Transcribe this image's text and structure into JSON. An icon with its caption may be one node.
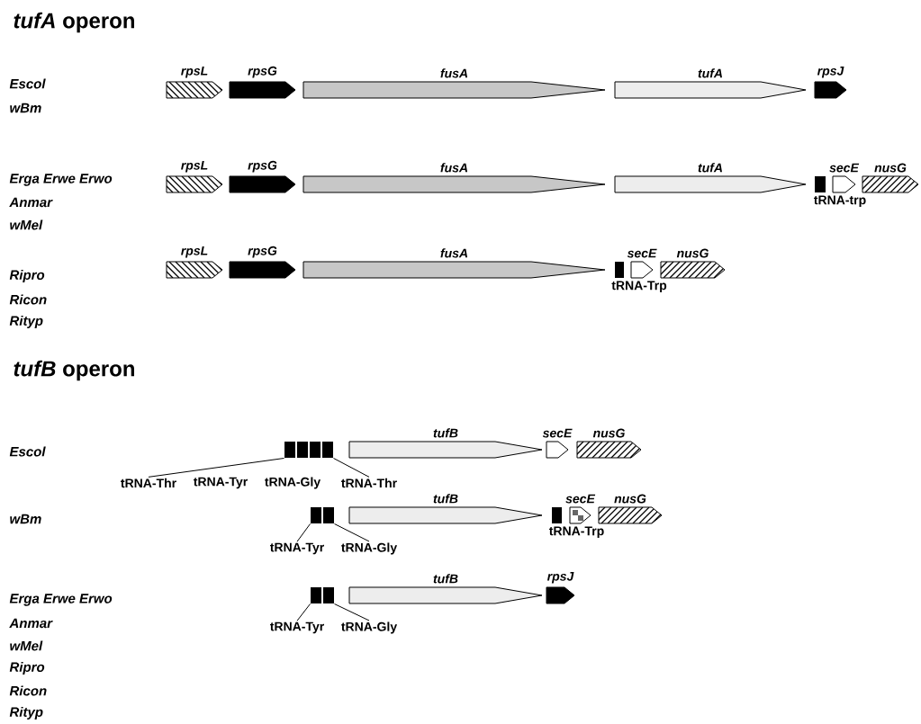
{
  "diagram": {
    "nodes": [
      {
        "text": [
          "rpsL"
        ]
      },
      {
        "text": [
          "rpsG"
        ]
      },
      {
        "text": [
          "fusA"
        ]
      },
      {
        "text": [
          "tufA"
        ]
      },
      {
        "text": [
          "rpsJ"
        ]
      },
      {
        "text": [
          "rpsL"
        ]
      },
      {
        "text": [
          "rpsG"
        ]
      },
      {
        "text": [
          "fusA"
        ]
      },
      {
        "text": [
          "tufA"
        ]
      },
      {
        "text": [
          "tRNA-trp"
        ]
      },
      {
        "text": [
          "secE"
        ]
      },
      {
        "text": [
          "nusG"
        ]
      },
      {
        "text": [
          "rpsL"
        ]
      },
      {
        "text": [
          "rpsG"
        ]
      },
      {
        "text": [
          "fusA"
        ]
      },
      {
        "text": [
          "tRNA-Trp"
        ]
      },
      {
        "text": [
          "secE"
        ]
      },
      {
        "text": [
          "nusG"
        ]
      },
      {
        "text": [],
        "shape": "box"
      },
      {
        "text": [],
        "shape": "box"
      },
      {
        "text": [],
        "shape": "box"
      },
      {
        "text": [],
        "shape": "box"
      },
      {
        "text": [
          "tufB"
        ]
      },
      {
        "text": [
          "secE"
        ]
      },
      {
        "text": [
          "nusG"
        ]
      },
      {
        "text": [
          "tRNA-Thr"
        ]
      },
      {
        "text": [
          "tRNA-Thr"
        ]
      },
      {
        "text": [],
        "shape": "box"
      },
      {
        "text": [],
        "shape": "box"
      },
      {
        "text": [
          "tufB"
        ]
      },
      {
        "text": [
          "tRNA-Trp"
        ]
      },
      {
        "text": [
          "secE"
        ]
      },
      {
        "text": [
          "nusG"
        ]
      },
      {
        "text": [
          "tRNA-Tyr"
        ]
      },
      {
        "text": [
          "tRNA-Gly"
        ]
      },
      {
        "text": [],
        "shape": "box"
      },
      {
        "text": [],
        "shape": "box"
      },
      {
        "text": [
          "tufB"
        ]
      },
      {
        "text": [
          "rpsJ"
        ]
      },
      {
        "text": [
          "tRNA-Tyr"
        ]
      },
      {
        "text": [
          "tRNA-Gly"
        ]
      }
    ],
    "edges": [
      {
        "from": 25,
        "to": 18,
        "arrow": "none"
      },
      {
        "from": 26,
        "to": 21,
        "arrow": "none"
      },
      {
        "from": 33,
        "to": 27,
        "arrow": "none"
      },
      {
        "from": 34,
        "to": 28,
        "arrow": "none"
      },
      {
        "from": 39,
        "to": 35,
        "arrow": "none"
      },
      {
        "from": 40,
        "to": 36,
        "arrow": "none"
      }
    ],
    "labels": [
      "*tufA* operon",
      "Escol",
      "wBm",
      "Erga Erwe Erwo",
      "Anmar",
      "wMel",
      "Ripro",
      "Ricon",
      "Rityp",
      "*tufB* operon",
      "Escol",
      "tRNA-Tyr",
      "tRNA-Gly",
      "wBm",
      "Erga Erwe Erwo",
      "Anmar",
      "wMel",
      "Ripro",
      "Ricon",
      "Rityp"
    ]
  }
}
